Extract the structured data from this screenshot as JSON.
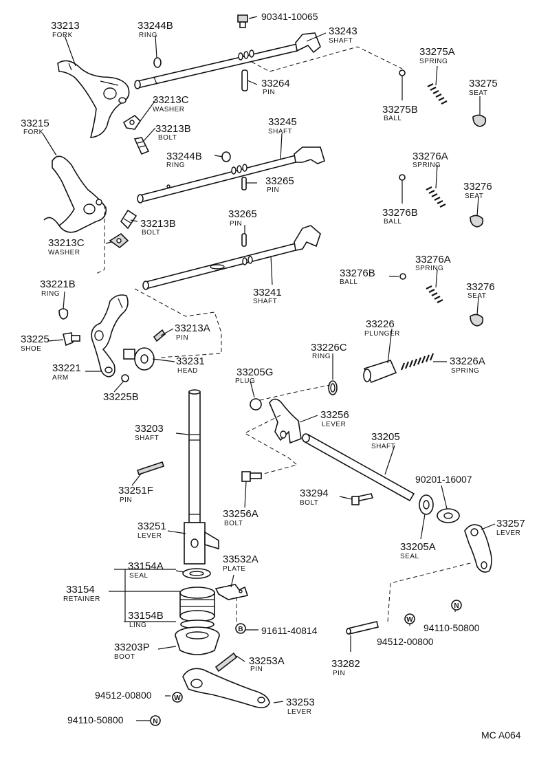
{
  "catalog_code": "MC  A064",
  "parts": [
    {
      "id": "p33213",
      "number": "33213",
      "name": "FORK"
    },
    {
      "id": "p33244B_1",
      "number": "33244B",
      "name": "RING"
    },
    {
      "id": "p90341",
      "number": "90341-10065",
      "name": ""
    },
    {
      "id": "p33243",
      "number": "33243",
      "name": "SHAFT"
    },
    {
      "id": "p33275A",
      "number": "33275A",
      "name": "SPRING"
    },
    {
      "id": "p33275",
      "number": "33275",
      "name": "SEAT"
    },
    {
      "id": "p33264",
      "number": "33264",
      "name": "PIN"
    },
    {
      "id": "p33213C_1",
      "number": "33213C",
      "name": "WASHER"
    },
    {
      "id": "p33275B",
      "number": "33275B",
      "name": "BALL"
    },
    {
      "id": "p33213B_1",
      "number": "33213B",
      "name": "BOLT"
    },
    {
      "id": "p33215",
      "number": "33215",
      "name": "FORK"
    },
    {
      "id": "p33245",
      "number": "33245",
      "name": "SHAFT"
    },
    {
      "id": "p33244B_2",
      "number": "33244B",
      "name": "RING"
    },
    {
      "id": "p33276A_1",
      "number": "33276A",
      "name": "SPRING"
    },
    {
      "id": "p33265_1",
      "number": "33265",
      "name": "PIN"
    },
    {
      "id": "p33276_1",
      "number": "33276",
      "name": "SEAT"
    },
    {
      "id": "p33276B_1",
      "number": "33276B",
      "name": "BALL"
    },
    {
      "id": "p33213B_2",
      "number": "33213B",
      "name": "BOLT"
    },
    {
      "id": "p33265_2",
      "number": "33265",
      "name": "PIN"
    },
    {
      "id": "p33213C_2",
      "number": "33213C",
      "name": "WASHER"
    },
    {
      "id": "p33276A_2",
      "number": "33276A",
      "name": "SPRING"
    },
    {
      "id": "p33276B_2",
      "number": "33276B",
      "name": "BALL"
    },
    {
      "id": "p33221B",
      "number": "33221B",
      "name": "RING"
    },
    {
      "id": "p33241",
      "number": "33241",
      "name": "SHAFT"
    },
    {
      "id": "p33276_2",
      "number": "33276",
      "name": "SEAT"
    },
    {
      "id": "p33213A",
      "number": "33213A",
      "name": "PIN"
    },
    {
      "id": "p33226",
      "number": "33226",
      "name": "PLUNGER"
    },
    {
      "id": "p33225",
      "number": "33225",
      "name": "SHOE"
    },
    {
      "id": "p33226C",
      "number": "33226C",
      "name": "RING"
    },
    {
      "id": "p33231",
      "number": "33231",
      "name": "HEAD"
    },
    {
      "id": "p33205G",
      "number": "33205G",
      "name": "PLUG"
    },
    {
      "id": "p33226A",
      "number": "33226A",
      "name": "SPRING"
    },
    {
      "id": "p33221",
      "number": "33221",
      "name": "ARM"
    },
    {
      "id": "p33225B",
      "number": "33225B",
      "name": ""
    },
    {
      "id": "p33256",
      "number": "33256",
      "name": "LEVER"
    },
    {
      "id": "p33203",
      "number": "33203",
      "name": "SHAFT"
    },
    {
      "id": "p33205",
      "number": "33205",
      "name": "SHAFT"
    },
    {
      "id": "p90201",
      "number": "90201-16007",
      "name": ""
    },
    {
      "id": "p33251F",
      "number": "33251F",
      "name": "PIN"
    },
    {
      "id": "p33294",
      "number": "33294",
      "name": "BOLT"
    },
    {
      "id": "p33256A",
      "number": "33256A",
      "name": "BOLT"
    },
    {
      "id": "p33257",
      "number": "33257",
      "name": "LEVER"
    },
    {
      "id": "p33251",
      "number": "33251",
      "name": "LEVER"
    },
    {
      "id": "p33205A",
      "number": "33205A",
      "name": "SEAL"
    },
    {
      "id": "p33154A",
      "number": "33154A",
      "name": "SEAL"
    },
    {
      "id": "p33532A",
      "number": "33532A",
      "name": "PLATE"
    },
    {
      "id": "p33154",
      "number": "33154",
      "name": "RETAINER"
    },
    {
      "id": "p94110_1",
      "number": "94110-50800",
      "name": ""
    },
    {
      "id": "p33154B",
      "number": "33154B",
      "name": "LING"
    },
    {
      "id": "p91611",
      "number": "91611-40814",
      "name": ""
    },
    {
      "id": "p94512_1",
      "number": "94512-00800",
      "name": ""
    },
    {
      "id": "p33203P",
      "number": "33203P",
      "name": "BOOT"
    },
    {
      "id": "p33253A",
      "number": "33253A",
      "name": "PIN"
    },
    {
      "id": "p33282",
      "number": "33282",
      "name": "PIN"
    },
    {
      "id": "p94512_2",
      "number": "94512-00800",
      "name": ""
    },
    {
      "id": "p33253",
      "number": "33253",
      "name": "LEVER"
    },
    {
      "id": "p94110_2",
      "number": "94110-50800",
      "name": ""
    }
  ],
  "circle_markers": [
    {
      "id": "c-b",
      "letter": "B"
    },
    {
      "id": "c-w1",
      "letter": "W"
    },
    {
      "id": "c-n1",
      "letter": "N"
    },
    {
      "id": "c-w2",
      "letter": "W"
    },
    {
      "id": "c-n2",
      "letter": "N"
    }
  ]
}
